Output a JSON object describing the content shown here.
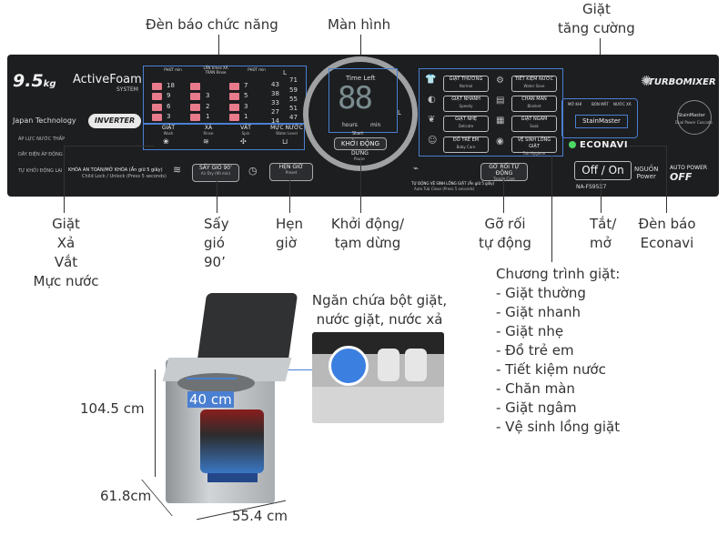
{
  "callouts": {
    "den_bao": "Đèn báo chức năng",
    "man_hinh": "Màn hình",
    "giat_tang_cuong": [
      "Giặt",
      "tăng cường"
    ],
    "giat_xa_vat": [
      "Giặt",
      "Xả",
      "Vắt",
      "Mực nước"
    ],
    "say_gio": [
      "Sấy",
      "gió",
      "90’"
    ],
    "hen_gio": [
      "Hẹn",
      "giờ"
    ],
    "khoi_dong": [
      "Khởi động/",
      "tạm dừng"
    ],
    "go_roi": [
      "Gỡ rối",
      "tự động"
    ],
    "tat_mo": [
      "Tắt/",
      "mở"
    ],
    "econavi": [
      "Đèn báo",
      "Econavi"
    ],
    "ngan_chua": [
      "Ngăn chứa bột giặt,",
      "nước giặt, nước xả"
    ]
  },
  "programs": {
    "heading": "Chương trình giặt:",
    "items": [
      "- Giặt thường",
      "- Giặt nhanh",
      "- Giặt nhẹ",
      "- Đồ trẻ em",
      "- Tiết kiệm nước",
      "- Chăn màn",
      "- Giặt ngâm",
      "- Vệ sinh lồng giặt"
    ]
  },
  "dimensions": {
    "height": "104.5 cm",
    "depth": "61.8cm",
    "width": "55.4 cm",
    "opening": "40 cm"
  },
  "panel": {
    "capacity": "9.5",
    "capacity_unit": "kg",
    "activefoam": "ActiveFoam",
    "activefoam_sub": "SYSTEM",
    "japan": "Japan Technology",
    "inverter": "INVERTER",
    "left_labels": [
      "ÁP LỰC NƯỚC THẤP",
      "DÂY ĐIỆN ÁP ĐỘNG",
      "TỰ KHỞI ĐỘNG LẠI"
    ],
    "col_heads": [
      "PHÚT min",
      "LẦN times XẢ TRÀN Rinse",
      "PHÚT min"
    ],
    "wash_nums": [
      "18",
      "9",
      "6",
      "3"
    ],
    "rinse_nums": [
      "3",
      "2",
      "1"
    ],
    "spin_nums": [
      "7",
      "5",
      "3",
      "1"
    ],
    "level_head": "L",
    "level_nums_a": [
      "43",
      "38",
      "33",
      "27",
      "14"
    ],
    "level_nums_b": [
      "71",
      "59",
      "55",
      "51",
      "47"
    ],
    "btn_wash": "GIẶT",
    "btn_wash_sub": "Wash",
    "btn_rinse": "XẢ",
    "btn_rinse_sub": "Rinse",
    "btn_spin": "VẮT",
    "btn_spin_sub": "Spin",
    "btn_level": "MỰC NƯỚC",
    "btn_level_sub": "Water Level",
    "childlock": "KHÓA AN TOÀN/MỞ KHÓA (Ấn giữ 5 giây)",
    "childlock_sub": "Child Lock / Unlock (Press 5 seconds)",
    "airdry": "SẤY GIÓ 90’",
    "airdry_sub": "Air Dry (90 min)",
    "preset": "HẸN GIỜ",
    "preset_sub": "Preset",
    "lcd_title": "Time Left",
    "lcd_digits": "88",
    "lcd_hours": "hours",
    "lcd_min": "min",
    "lcd_L": "L",
    "start_top": "Start",
    "start": "KHỞI ĐỘNG",
    "start_dung": "DỪNG",
    "start_pause": "Pause",
    "prog_buttons": [
      {
        "vi": "GIẶT THƯỜNG",
        "en": "Normal"
      },
      {
        "vi": "TIẾT KIỆM NƯỚC",
        "en": "Water Save"
      },
      {
        "vi": "GIẶT NHANH",
        "en": "Speedy"
      },
      {
        "vi": "CHĂN MÀN",
        "en": "Blanket"
      },
      {
        "vi": "GIẶT NHẸ",
        "en": "Delicate"
      },
      {
        "vi": "GIẶT NGÂM",
        "en": "Soak"
      },
      {
        "vi": "ĐỒ TRẺ EM",
        "en": "Baby Care"
      },
      {
        "vi": "VỆ SINH LỒNG GIẶT",
        "en": "Tub Hygiene"
      }
    ],
    "auto_tub": "TỰ ĐỘNG VỆ SINH LỒNG GIẶT (Ấn giữ 5 giây)",
    "auto_tub_sub": "Auto Tub Clean (Press 5 seconds)",
    "tangle": "GỠ RỐI TỰ ĐỘNG",
    "tangle_sub": "Tangle Care",
    "sm_opts": [
      "MỞ KHÍ",
      "BÓN MẮT",
      "NƯỚC XÃ"
    ],
    "stainmaster": "StainMaster",
    "econavi_logo": "ECONAVI",
    "offon": "Off / On",
    "power_vi": "NGUỒN",
    "power_en": "Power",
    "auto_power": "AUTO POWER",
    "auto_off": "OFF",
    "turbomixer": "TURBOMIXER",
    "stainmaster_logo": [
      "StainMaster",
      "Dual Power Cascade"
    ],
    "model": "NA-FS95X7"
  },
  "accent_color": "#4a7fd1",
  "led_color": "#e77b8b"
}
